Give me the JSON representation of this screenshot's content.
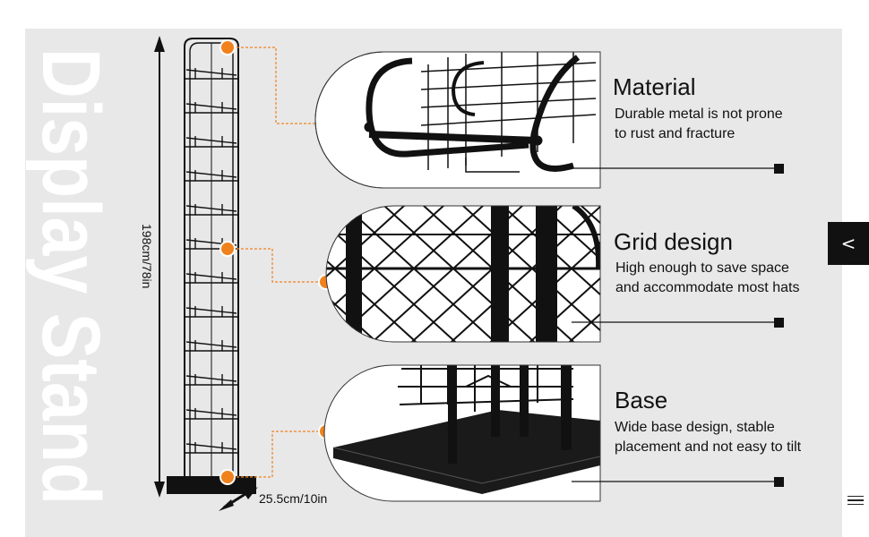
{
  "headline": "Display Stand",
  "dimensions": {
    "height": "198cm/78in",
    "depth": "25.5cm/10in"
  },
  "features": [
    {
      "title": "Material",
      "desc_line1": "Durable metal is not prone",
      "desc_line2": "to rust and fracture"
    },
    {
      "title": "Grid design",
      "desc_line1": "High enough to save space",
      "desc_line2": "and accommodate most hats"
    },
    {
      "title": "Base",
      "desc_line1": "Wide base design, stable",
      "desc_line2": "placement and not easy to tilt"
    }
  ],
  "colors": {
    "accent": "#f0821e",
    "panel_bg": "#e8e8e9",
    "frame": "#111111",
    "headline": "#ffffff"
  },
  "icons": {
    "side_tab": "chevron-left-icon",
    "menu": "hamburger-menu-icon"
  }
}
